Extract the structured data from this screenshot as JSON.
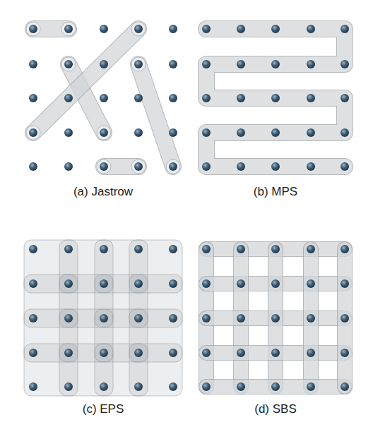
{
  "diagram": {
    "labels": [
      "(a) Jastrow",
      "(b) MPS",
      "(c) EPS",
      "(d) SBS"
    ]
  }
}
